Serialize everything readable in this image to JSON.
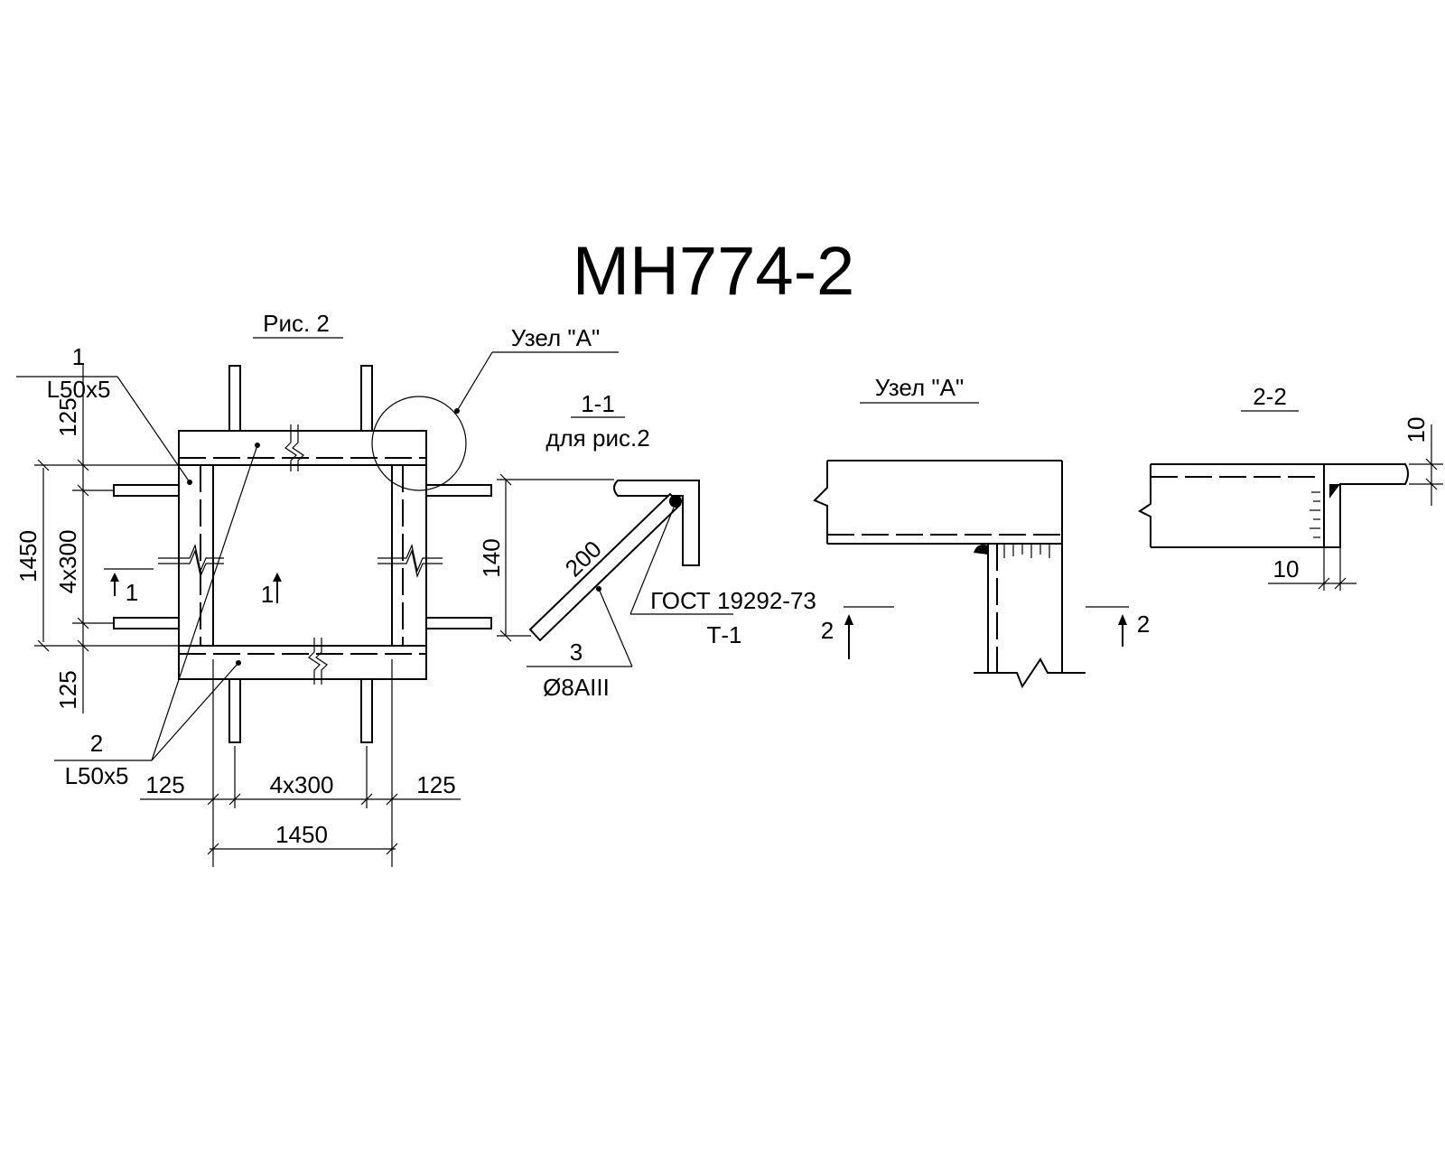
{
  "title": "МН774-2",
  "fig_label": "Рис. 2",
  "node_label_callout": "Узел \"А\"",
  "section_1_1": {
    "title": "1-1",
    "subtitle": "для рис.2"
  },
  "node_title": "Узел \"А\"",
  "section_2_2": {
    "title": "2-2"
  },
  "part_1": {
    "number": "1",
    "profile": "L50x5"
  },
  "part_2": {
    "number": "2",
    "profile": "L50x5"
  },
  "part_3": {
    "number": "3",
    "profile": "Ø8AIII"
  },
  "gost": {
    "standard": "ГОСТ 19292-73",
    "type": "Т-1"
  },
  "dimensions": {
    "d125": "125",
    "d4x300": "4x300",
    "d1450": "1450",
    "d140": "140",
    "d200": "200",
    "d10": "10"
  },
  "section_marks": {
    "s1": "1",
    "s2": "2"
  }
}
